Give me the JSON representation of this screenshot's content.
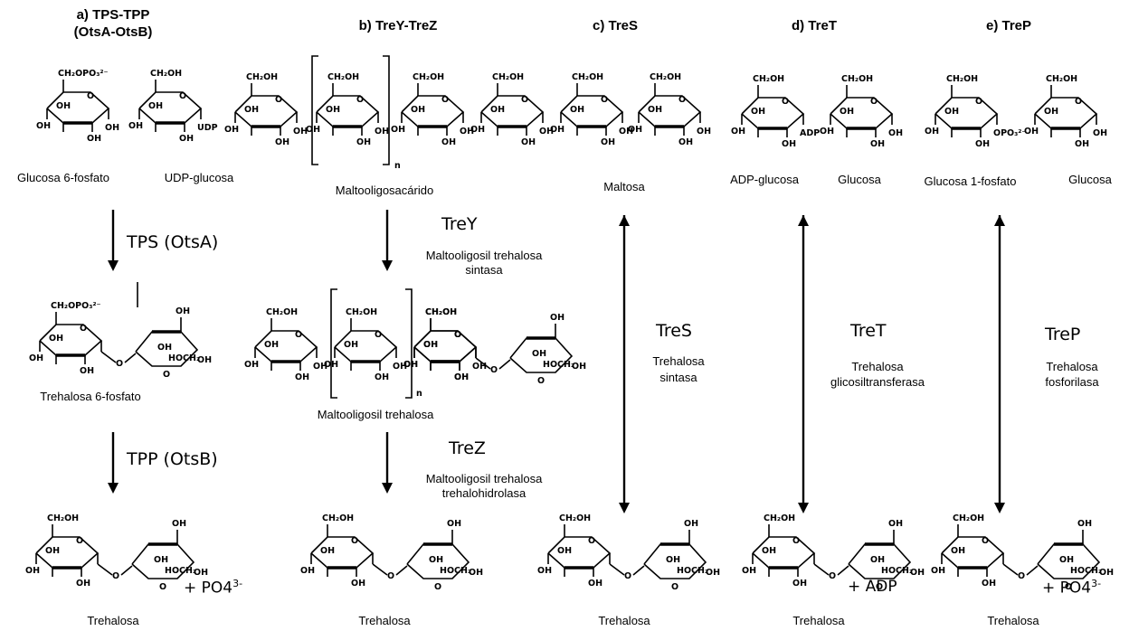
{
  "panels": {
    "a": {
      "title_1": "a) TPS-TPP",
      "title_2": "(OtsA-OtsB)",
      "substrate_1": "Glucosa 6-fosfato",
      "substrate_2": "UDP-glucosa",
      "enzyme_1": "TPS (OtsA)",
      "intermediate": "Trehalosa 6-fosfato",
      "enzyme_2": "TPP (OtsB)",
      "byproduct": "+ PO4",
      "byproduct_sup": "3-",
      "product": "Trehalosa"
    },
    "b": {
      "title": "b) TreY-TreZ",
      "substrate": "Maltooligosacárido",
      "enzyme_1": "TreY",
      "enzyme_1_name_1": "Maltooligosil trehalosa",
      "enzyme_1_name_2": "sintasa",
      "intermediate": "Maltooligosil trehalosa",
      "enzyme_2": "TreZ",
      "enzyme_2_name_1": "Maltooligosil trehalosa",
      "enzyme_2_name_2": "trehalohidrolasa",
      "product": "Trehalosa"
    },
    "c": {
      "title": "c) TreS",
      "substrate": "Maltosa",
      "enzyme": "TreS",
      "enzyme_name_1": "Trehalosa",
      "enzyme_name_2": "sintasa",
      "product": "Trehalosa"
    },
    "d": {
      "title": "d) TreT",
      "substrate_1": "ADP-glucosa",
      "substrate_2": "Glucosa",
      "enzyme": "TreT",
      "enzyme_name_1": "Trehalosa",
      "enzyme_name_2": "glicosiltransferasa",
      "byproduct": "+ ADP",
      "product": "Trehalosa"
    },
    "e": {
      "title": "e) TreP",
      "substrate_1": "Glucosa 1-fosfato",
      "substrate_2": "Glucosa",
      "enzyme": "TreP",
      "enzyme_name_1": "Trehalosa",
      "enzyme_name_2": "fosforilasa",
      "byproduct": "+ PO4",
      "byproduct_sup": "3-",
      "product": "Trehalosa"
    }
  },
  "structure_labels": {
    "hydroxyl": "OH",
    "hydroxymethyl": "CH₂OH",
    "phosphomethyl": "CH₂OPO₃²⁻",
    "ring_oxygen": "O",
    "phosphate": "OPO₃²⁻",
    "udp": "UDP",
    "adp": "ADP",
    "hoch2": "HOCH₂",
    "repeat_n": "n"
  }
}
